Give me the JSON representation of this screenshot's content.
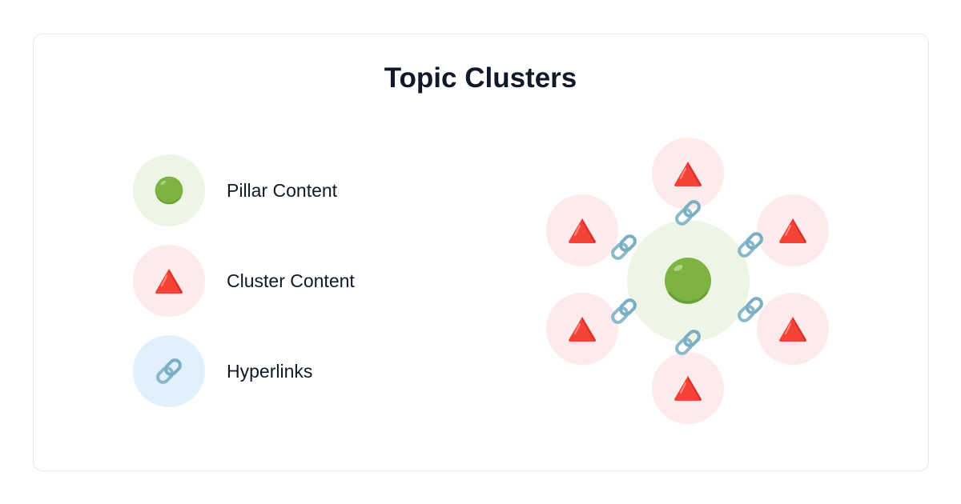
{
  "title": "Topic Clusters",
  "legend": [
    {
      "label": "Pillar Content",
      "icon": "green-circle-icon"
    },
    {
      "label": "Cluster Content",
      "icon": "red-triangle-icon"
    },
    {
      "label": "Hyperlinks",
      "icon": "link-icon"
    }
  ],
  "colors": {
    "pillar_bg": "#eef5e4",
    "cluster_bg": "#fdeaea",
    "link_bg": "#e0f1fb",
    "pillar": "#7cb342",
    "cluster": "#f44336",
    "link": "#8ab8cc",
    "text": "#111827"
  },
  "diagram": {
    "cluster_count": 6,
    "link_count": 6
  }
}
